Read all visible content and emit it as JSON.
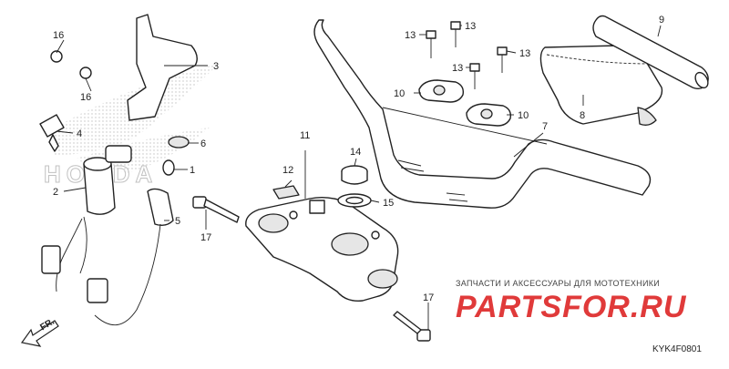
{
  "callouts": {
    "c1": "1",
    "c2": "2",
    "c3": "3",
    "c4": "4",
    "c5": "5",
    "c6": "6",
    "c7": "7",
    "c8": "8",
    "c9": "9",
    "c10a": "10",
    "c10b": "10",
    "c11": "11",
    "c12": "12",
    "c13a": "13",
    "c13b": "13",
    "c13c": "13",
    "c13d": "13",
    "c14": "14",
    "c15": "15",
    "c16a": "16",
    "c16b": "16",
    "c17a": "17",
    "c17b": "17"
  },
  "direction_label": "FR.",
  "watermark": {
    "tagline": "ЗАПЧАСТИ И АКСЕССУАРЫ ДЛЯ МОТОТЕХНИКИ",
    "logo": "PARTSFOR.RU",
    "brand": "HONDA"
  },
  "diagram_code": "KYK4F0801"
}
